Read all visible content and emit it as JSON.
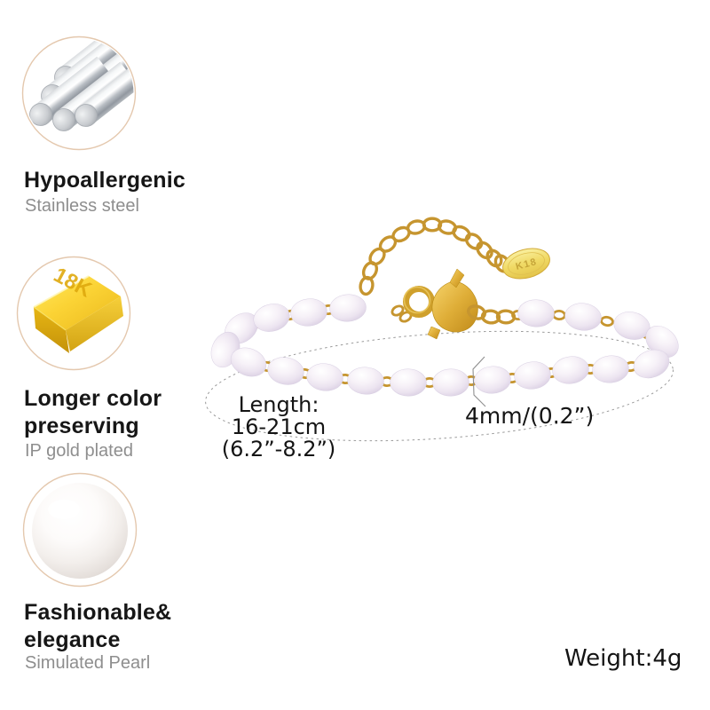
{
  "features": [
    {
      "icon": "steel-rods-icon",
      "title_lines": [
        "Hypoallergenic"
      ],
      "subtitle": "Stainless steel"
    },
    {
      "icon": "gold-bar-icon",
      "bar_label": "18K",
      "title_lines": [
        "Longer color",
        "preserving"
      ],
      "subtitle": "IP gold plated"
    },
    {
      "icon": "pearl-icon",
      "title_lines": [
        "Fashionable&",
        "elegance"
      ],
      "subtitle": "Simulated Pearl"
    }
  ],
  "product": {
    "tag_label": "K18",
    "length_label_lines": [
      "Length:",
      "16-21cm",
      "(6.2”-8.2”)"
    ],
    "bead_size_label": "4mm/(0.2”)",
    "weight_label": "Weight:4g"
  },
  "colors": {
    "gold_accent": "#cf9f2e",
    "pearl": "#f2ecf4",
    "circle_border": "#e4c8ae",
    "title_text": "#161616",
    "subtitle_text": "#8e8e8e"
  }
}
